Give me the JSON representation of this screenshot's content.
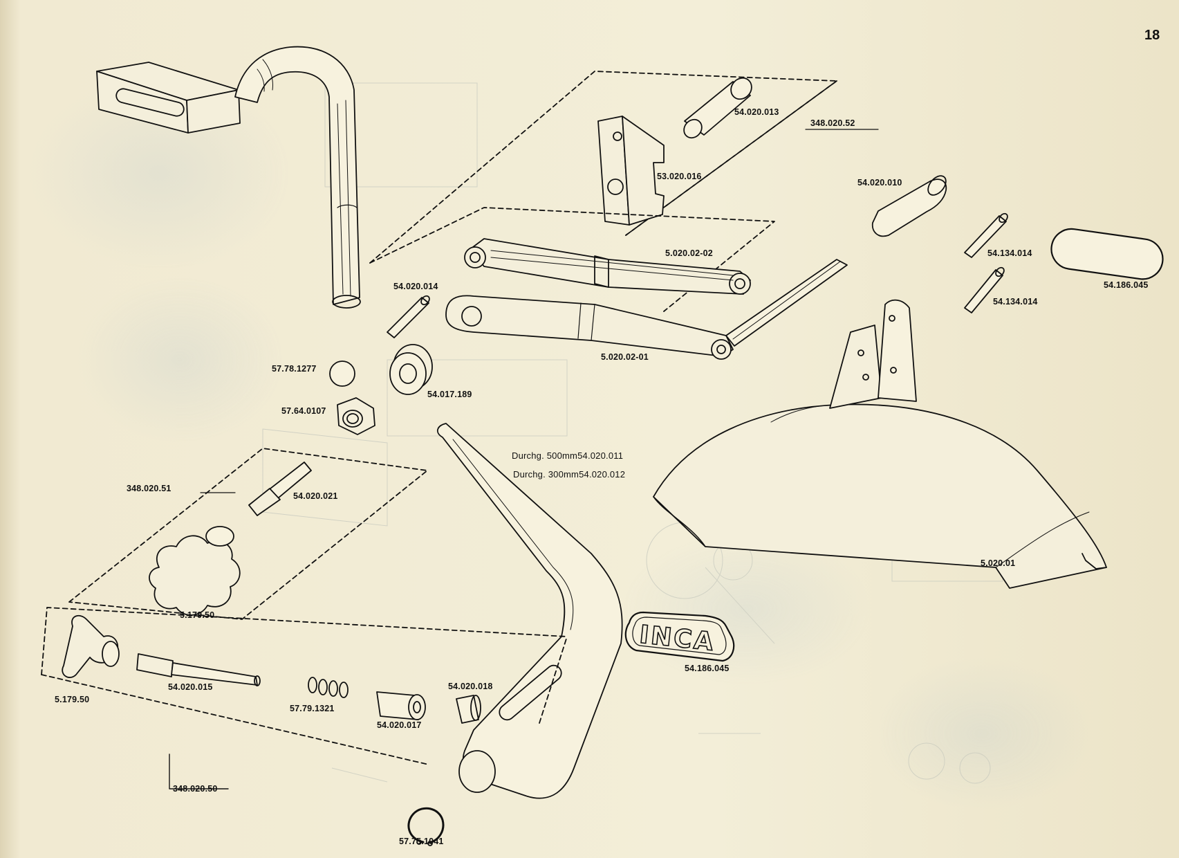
{
  "page": {
    "number": "18"
  },
  "brand": {
    "logo_text": "INCA"
  },
  "labels": {
    "p_54_020_013": "54.020.013",
    "p_348_020_52": "348.020.52",
    "p_53_020_016": "53.020.016",
    "p_54_020_010": "54.020.010",
    "p_5_020_02_02": "5.020.02-02",
    "p_54_134_014_a": "54.134.014",
    "p_54_134_014_b": "54.134.014",
    "p_54_186_045_a": "54.186.045",
    "p_54_020_014": "54.020.014",
    "p_5_020_02_01": "5.020.02-01",
    "p_57_78_1277": "57.78.1277",
    "p_54_017_189": "54.017.189",
    "p_57_64_0107": "57.64.0107",
    "durchg_500": "Durchg. 500mm54.020.011",
    "durchg_300": "Durchg. 300mm54.020.012",
    "p_348_020_51": "348.020.51",
    "p_54_020_021": "54.020.021",
    "p_5_020_01": "5.020.01",
    "p_5_179_50_a": "5.179.50",
    "p_54_186_045_b": "54.186.045",
    "p_5_179_50_b": "5.179.50",
    "p_54_020_015": "54.020.015",
    "p_57_79_1321": "57.79.1321",
    "p_54_020_018": "54.020.018",
    "p_54_020_017": "54.020.017",
    "p_348_020_50": "348.020.50",
    "p_57_75_1041": "57.75.1041"
  }
}
